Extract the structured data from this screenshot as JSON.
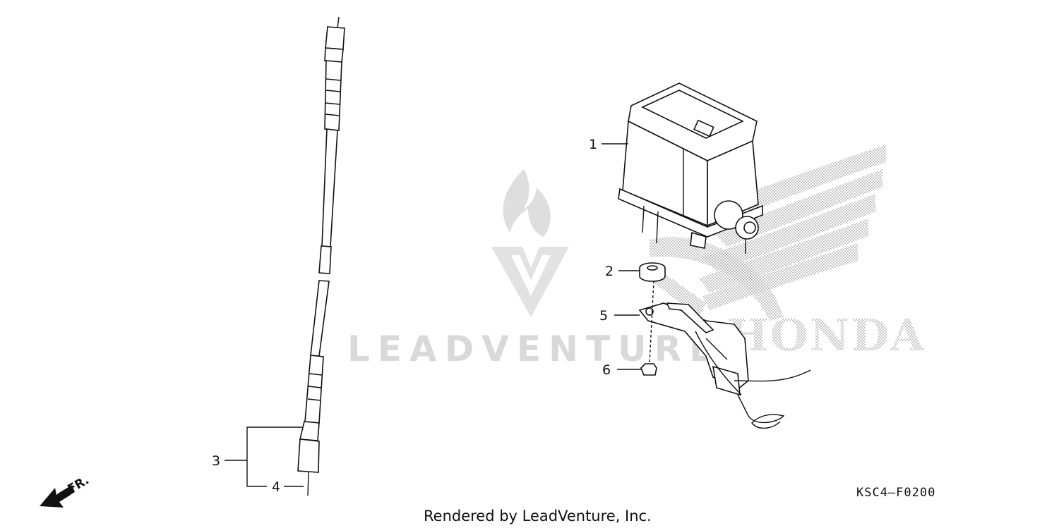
{
  "diagram": {
    "callouts": [
      {
        "id": "1",
        "label": "1"
      },
      {
        "id": "2",
        "label": "2"
      },
      {
        "id": "3",
        "label": "3"
      },
      {
        "id": "4",
        "label": "4"
      },
      {
        "id": "5",
        "label": "5"
      },
      {
        "id": "6",
        "label": "6"
      }
    ],
    "diagram_code": "KSC4—F0200",
    "credit": "Rendered by LeadVenture, Inc.",
    "watermark_text": "LEADVENTURE",
    "background_logo_text": "HONDA",
    "direction_label": "FR."
  },
  "colors": {
    "line": "#111111",
    "watermark": "#d9d9d9",
    "stipple": "#9a9a9a"
  },
  "icons": [
    "front-direction-arrow-icon",
    "honda-wing-logo",
    "leadventure-flame-logo"
  ]
}
